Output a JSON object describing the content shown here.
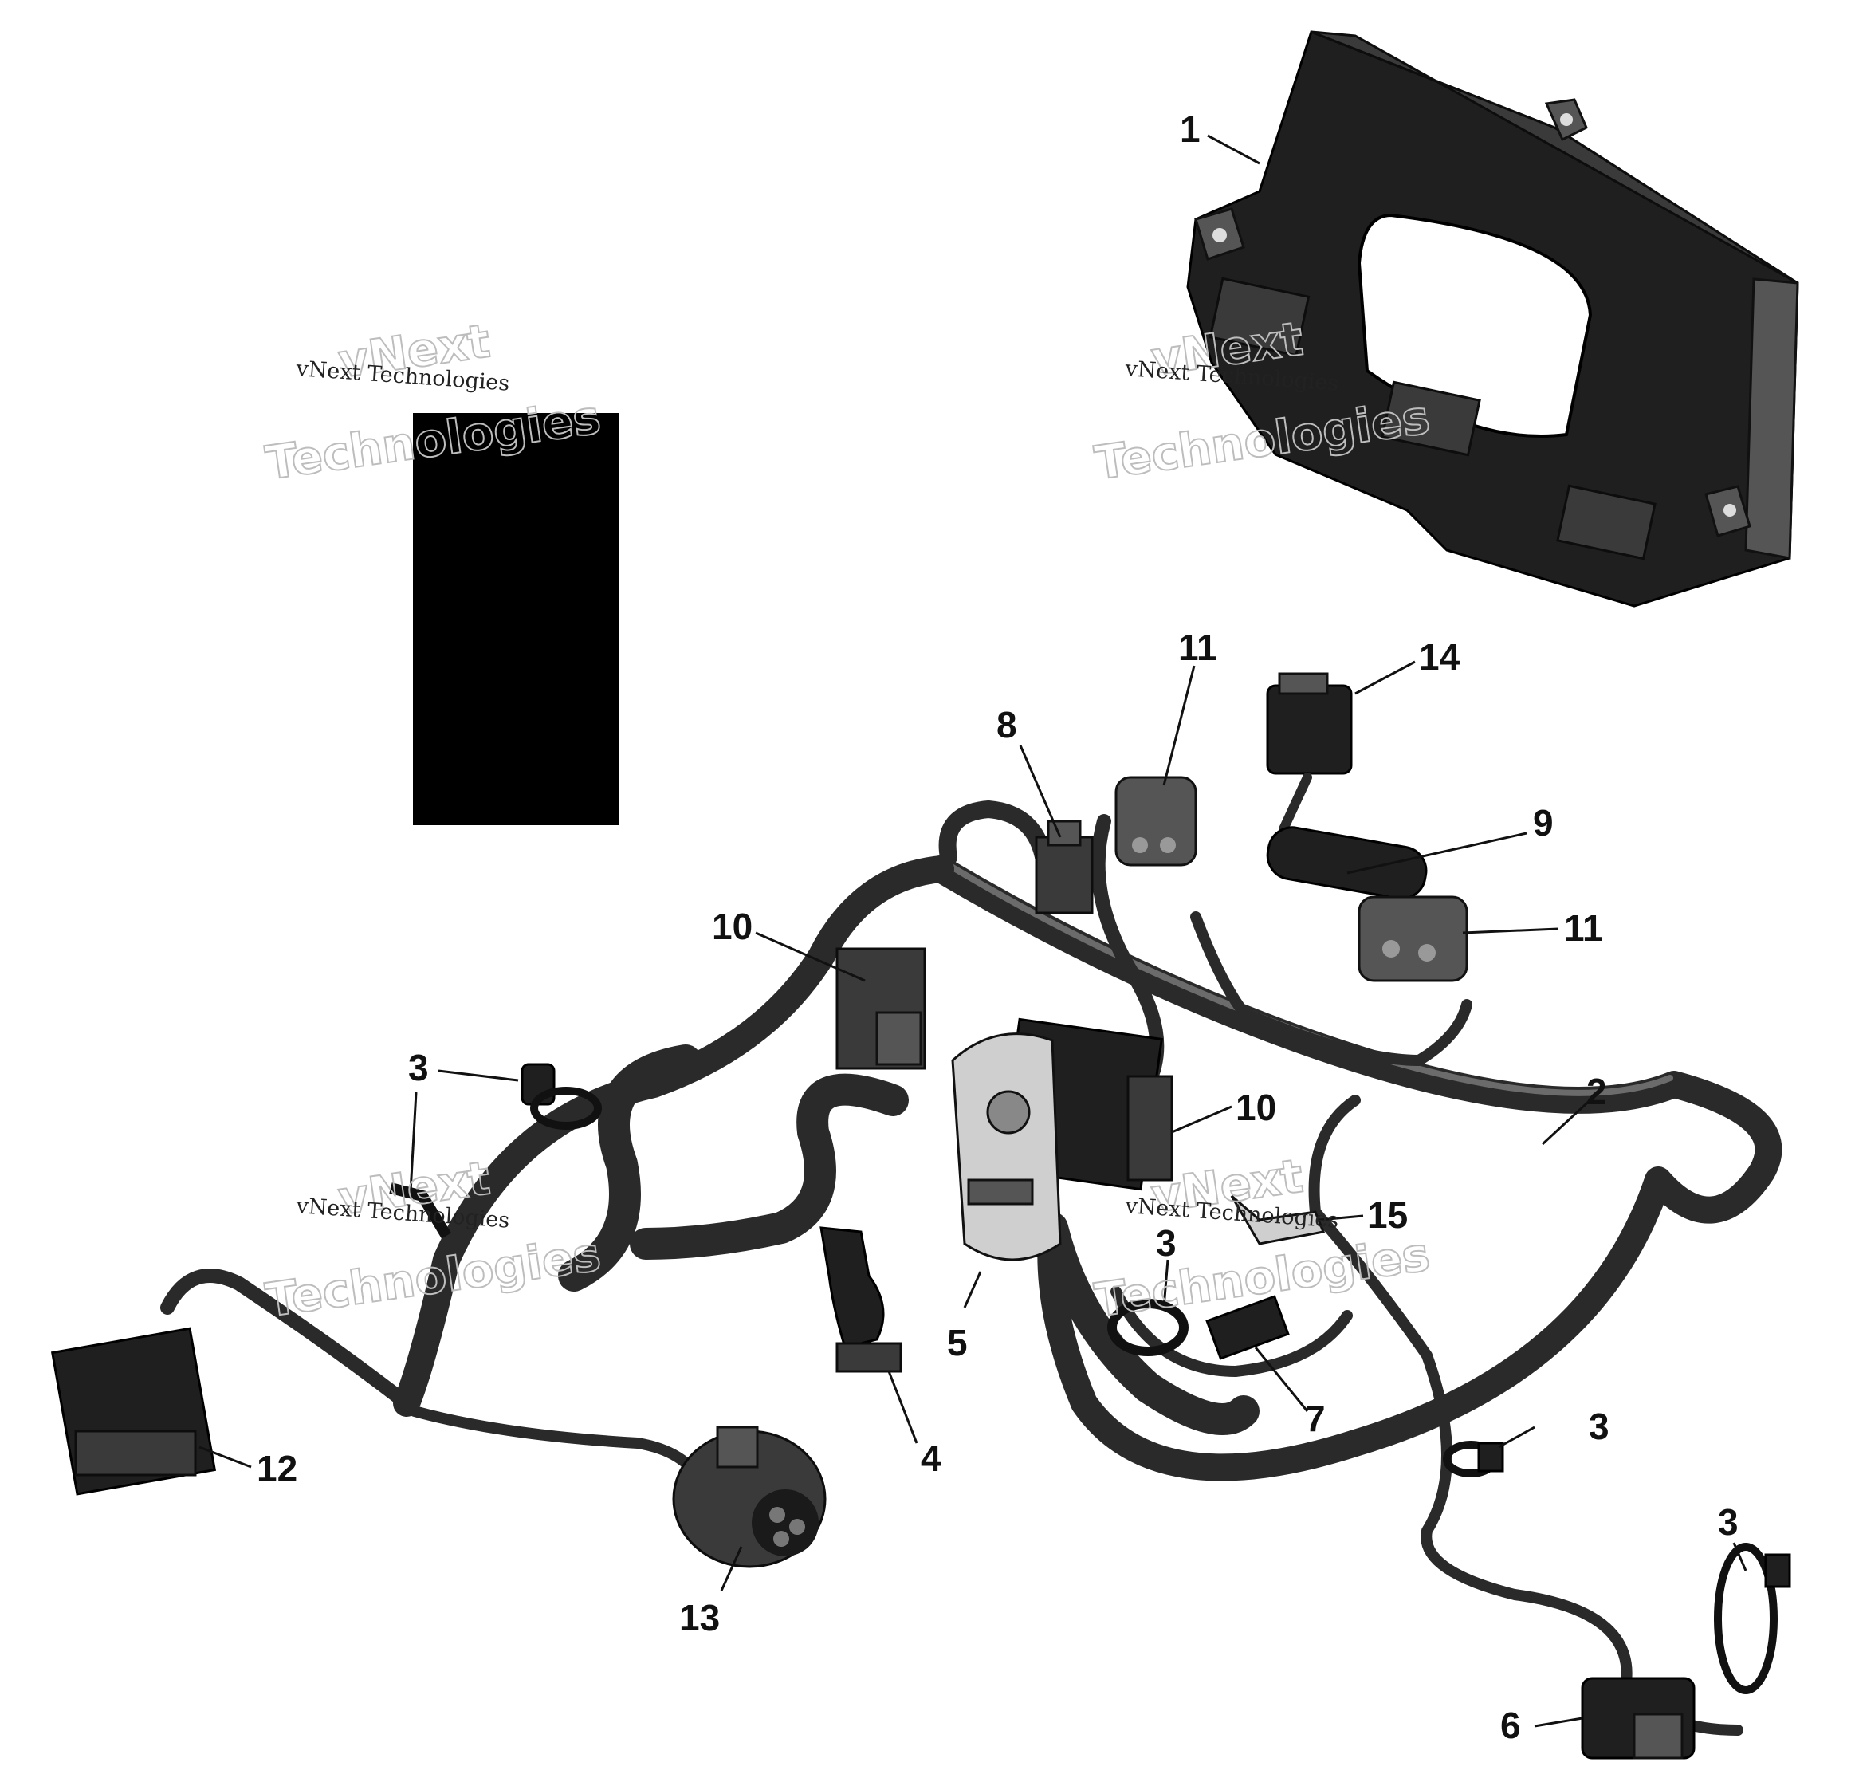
{
  "callouts": [
    {
      "id": "c1",
      "label": "1"
    },
    {
      "id": "c2",
      "label": "2"
    },
    {
      "id": "c3a",
      "label": "3"
    },
    {
      "id": "c3b",
      "label": "3"
    },
    {
      "id": "c3c",
      "label": "3"
    },
    {
      "id": "c3d",
      "label": "3"
    },
    {
      "id": "c4",
      "label": "4"
    },
    {
      "id": "c5",
      "label": "5"
    },
    {
      "id": "c6",
      "label": "6"
    },
    {
      "id": "c7",
      "label": "7"
    },
    {
      "id": "c8",
      "label": "8"
    },
    {
      "id": "c9",
      "label": "9"
    },
    {
      "id": "c10a",
      "label": "10"
    },
    {
      "id": "c10b",
      "label": "10"
    },
    {
      "id": "c11a",
      "label": "11"
    },
    {
      "id": "c11b",
      "label": "11"
    },
    {
      "id": "c12",
      "label": "12"
    },
    {
      "id": "c13",
      "label": "13"
    },
    {
      "id": "c14",
      "label": "14"
    },
    {
      "id": "c15",
      "label": "15"
    }
  ],
  "watermark": {
    "line_small": "vNext Technologies",
    "line_big_1": "vNext",
    "line_big_2": "Technologies"
  }
}
